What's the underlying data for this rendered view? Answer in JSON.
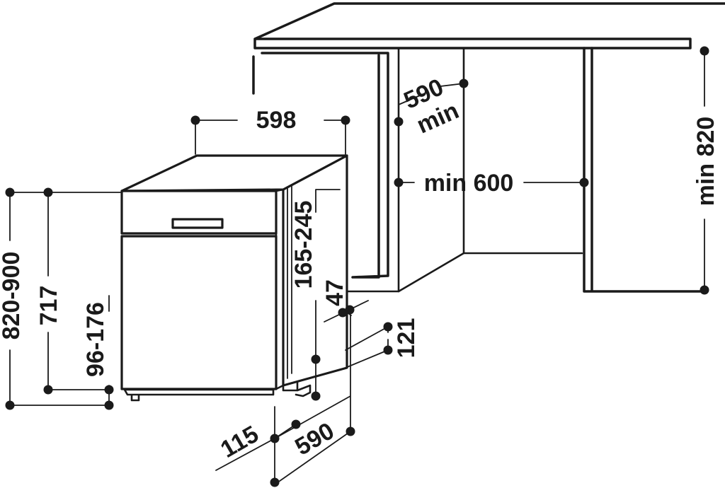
{
  "dimensions": {
    "width_top": "598",
    "niche_depth": "590",
    "niche_depth_unit": "min",
    "niche_width": "min 600",
    "niche_height": "min 820",
    "total_height": "820-900",
    "body_height": "717",
    "plinth_height": "96-176",
    "upper_gap": "165-245",
    "door_depth": "47",
    "foot_offset": "121",
    "base_front": "115",
    "base_depth": "590"
  },
  "colors": {
    "line": "#1a1a1a",
    "background": "#ffffff"
  }
}
